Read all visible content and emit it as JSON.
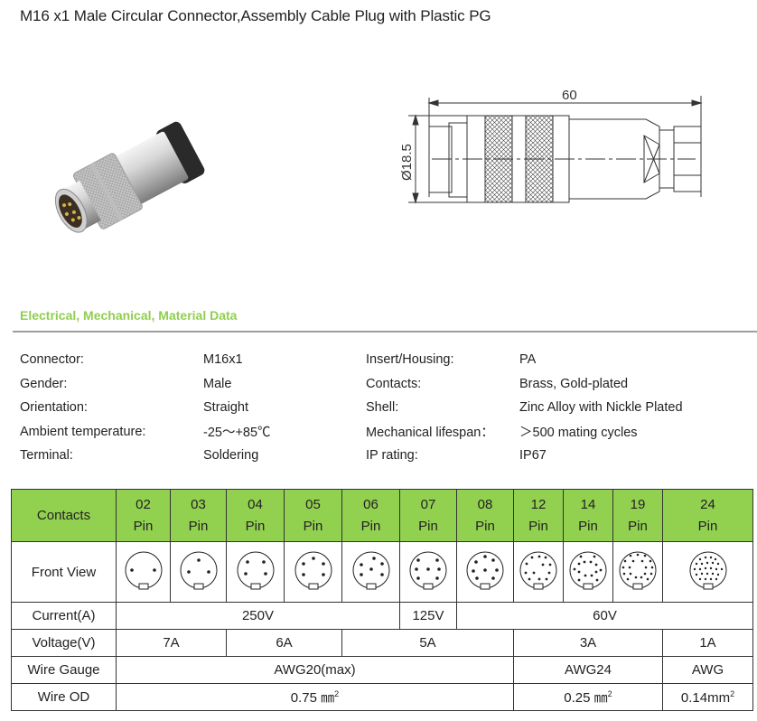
{
  "title": "M16 x1 Male Circular Connector,Assembly Cable Plug with Plastic PG",
  "drawing": {
    "length_label": "60",
    "diameter_label": "Ø18.5"
  },
  "section": {
    "title": "Electrical, Mechanical, Material Data"
  },
  "specs": {
    "left": [
      {
        "label": "Connector:",
        "value": "M16x1"
      },
      {
        "label": "Gender:",
        "value": "Male"
      },
      {
        "label": "Orientation:",
        "value": "Straight"
      },
      {
        "label": "Ambient temperature:",
        "value": "-25～+85℃"
      },
      {
        "label": "Terminal:",
        "value": "Soldering"
      }
    ],
    "right": [
      {
        "label": "Insert/Housing:",
        "value": "PA"
      },
      {
        "label": "Contacts:",
        "value": "Brass, Gold-plated"
      },
      {
        "label": "Shell:",
        "value": "Zinc Alloy with Nickle Plated"
      },
      {
        "label": "Mechanical lifespan：",
        "value": "＞500 mating cycles"
      },
      {
        "label": "IP rating:",
        "value": "IP67"
      }
    ]
  },
  "table": {
    "header_label": "Contacts",
    "pins": [
      {
        "num": "02",
        "unit": "Pin"
      },
      {
        "num": "03",
        "unit": "Pin"
      },
      {
        "num": "04",
        "unit": "Pin"
      },
      {
        "num": "05",
        "unit": "Pin"
      },
      {
        "num": "06",
        "unit": "Pin"
      },
      {
        "num": "07",
        "unit": "Pin"
      },
      {
        "num": "08",
        "unit": "Pin"
      },
      {
        "num": "12",
        "unit": "Pin"
      },
      {
        "num": "14",
        "unit": "Pin"
      },
      {
        "num": "19",
        "unit": "Pin"
      },
      {
        "num": "24",
        "unit": "Pin"
      }
    ],
    "front_view_label": "Front View",
    "current": {
      "label": "Current(A)",
      "values": [
        "250V",
        "125V",
        "60V"
      ]
    },
    "voltage": {
      "label": "Voltage(V)",
      "values": [
        "7A",
        "6A",
        "5A",
        "3A",
        "1A"
      ]
    },
    "wire_gauge": {
      "label": "Wire Gauge",
      "values": [
        "AWG20(max)",
        "AWG24",
        "AWG"
      ]
    },
    "wire_od": {
      "label": "Wire OD",
      "values": [
        "0.75 ㎜",
        "0.25 ㎜",
        "0.14mm"
      ],
      "superscript": "2"
    }
  },
  "colors": {
    "header_green": "#92d050",
    "section_title_green": "#8fcf4f"
  }
}
